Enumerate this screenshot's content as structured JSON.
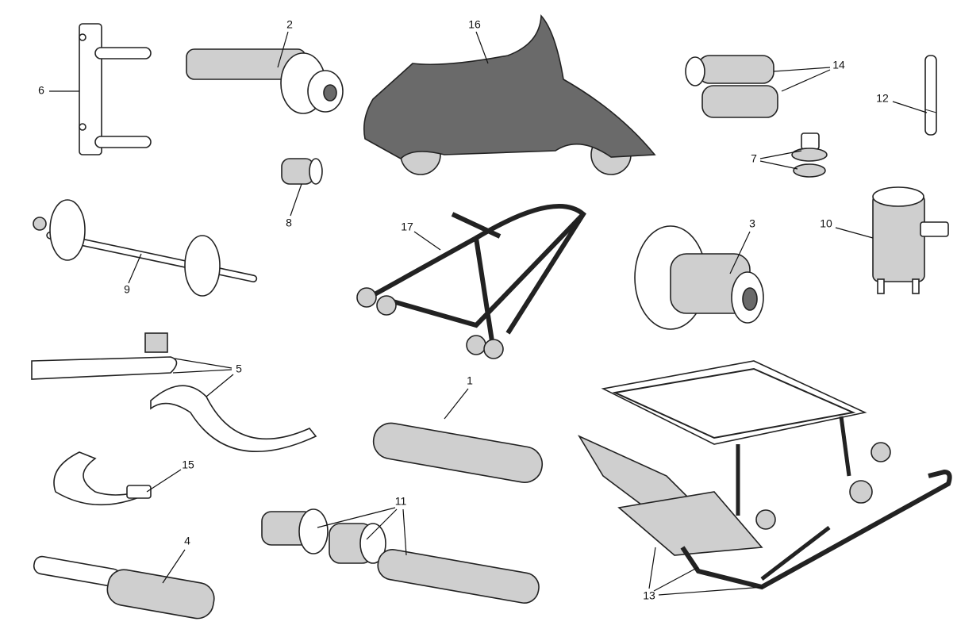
{
  "diagram": {
    "title": "Workshop service tools",
    "labels": {
      "l1": "1",
      "l2": "2",
      "l3": "3",
      "l4": "4",
      "l5": "5",
      "l6": "6",
      "l7": "7",
      "l8": "8",
      "l9": "9",
      "l10": "10",
      "l11": "11",
      "l12": "12",
      "l13": "13",
      "l14": "14",
      "l15": "15",
      "l16": "16",
      "l17": "17"
    }
  }
}
